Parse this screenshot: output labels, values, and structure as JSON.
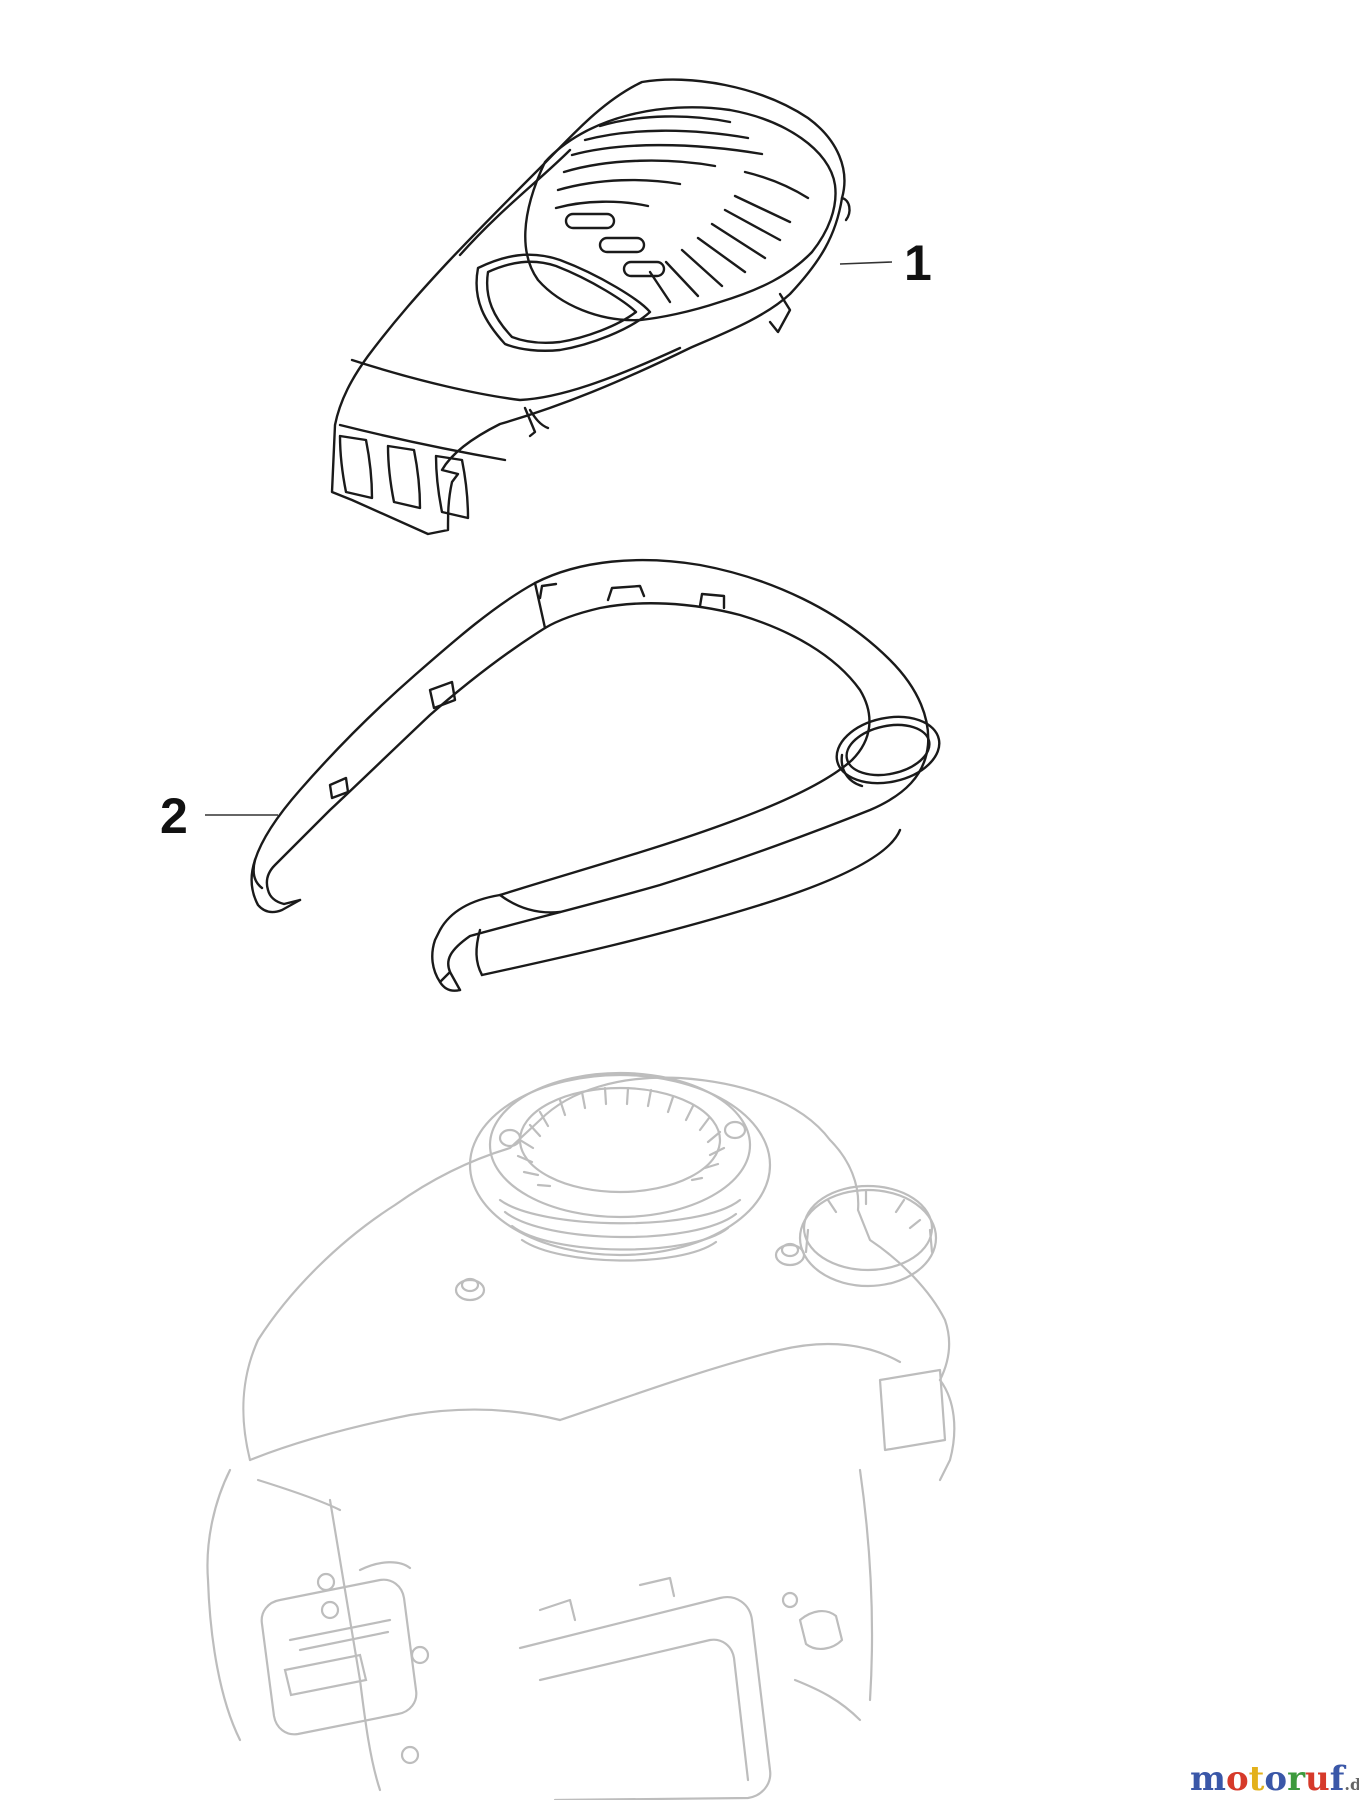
{
  "callouts": {
    "part1": "1",
    "part2": "2"
  },
  "watermark": {
    "letters": [
      "m",
      "o",
      "t",
      "o",
      "r",
      "u",
      "f"
    ],
    "colors": [
      "#3a57a8",
      "#d63a2a",
      "#e3b11b",
      "#3a57a8",
      "#3d9a3d",
      "#d63a2a",
      "#3a57a8"
    ],
    "suffix": ".de"
  },
  "colors": {
    "part_stroke": "#1a1a1a",
    "engine_stroke": "#bdbdbd"
  }
}
